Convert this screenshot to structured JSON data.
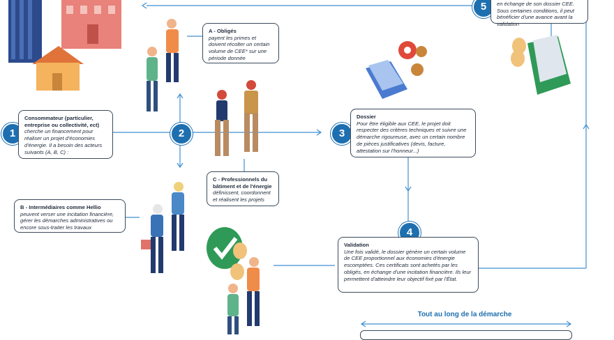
{
  "steps": [
    {
      "number": "1",
      "title": "Consommateur (particulier, entreprise ou collectivité, ect)",
      "desc": "cherche un financement pour réaliser un projet d'économies d'énergie. Il a besoin des acteurs suivants (A, B, C) :"
    },
    {
      "number": "2"
    },
    {
      "number": "3",
      "title": "Dossier",
      "desc": "Pour être éligible aux CEE, le projet doit respecter des critères techniques et suivre une démarche rigoureuse, avec un certain nombre de pièces justificatives (devis, facture, attestation sur l'honneur...)"
    },
    {
      "number": "4",
      "title": "Validation",
      "desc": "Une fois validé, le dossier génère un certain volume de CEE proportionnel aux économies d'énergie escomptées. Ces certificats sont achetés par les obligés, en échange d'une incitation financière. Ils leur permettent d'atteindre leur objectif fixé par l'État."
    },
    {
      "number": "5",
      "desc": "en échange de son dossier CEE. Sous certaines conditions, il peut bénéficier d'une avance avant la validation"
    }
  ],
  "actors": {
    "a": {
      "title": "A - Obligés",
      "desc": "payent les primes et doivent récolter un certain volume de CEE* sur une période donnée"
    },
    "b": {
      "title": "B - Intermédiaires comme Hellio",
      "desc": "peuvent verser une incitation financière, gérer les démarches administratives ou encore sous-traiter les travaux"
    },
    "c": {
      "title": "C - Professionnels du bâtiment et de l'énergie",
      "desc": "définissent, coordonnent et réalisent les projets"
    }
  },
  "bottom_title": "Tout au long de la démarche",
  "colors": {
    "primary": "#1e6fb0",
    "line": "#3d8fd0"
  }
}
